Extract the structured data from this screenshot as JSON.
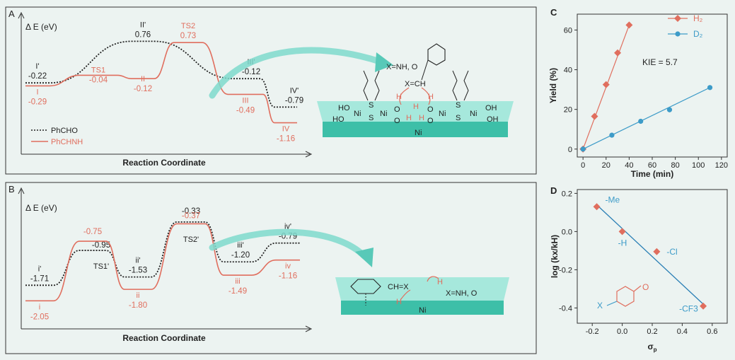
{
  "colors": {
    "background": "#ecf3f1",
    "black": "#222222",
    "red": "#e06e5e",
    "blue": "#3d9bc8",
    "teal": "#7fd9cc",
    "teal_dark": "#3dbfa8",
    "fit": "#2a7fb5"
  },
  "panels": {
    "A": "A",
    "B": "B",
    "C": "C",
    "D": "D"
  },
  "energy_panels": [
    {
      "id": "A",
      "ylabel": "Δ E (eV)",
      "xlabel": "Reaction Coordinate",
      "legend": [
        {
          "label": "PhCHO",
          "style": "dotted"
        },
        {
          "label": "PhCHNH",
          "style": "solid"
        }
      ],
      "ylim": [
        -1.6,
        1.1
      ],
      "aldehyde": {
        "name": "PhCHO",
        "levels": [
          {
            "label": "I'",
            "value": -0.22
          },
          {
            "label": "II'",
            "value": 0.76
          },
          {
            "label": "III'",
            "value": -0.12
          },
          {
            "label": "IV'",
            "value": -0.79
          }
        ]
      },
      "imine": {
        "name": "PhCHNH",
        "levels": [
          {
            "label": "I",
            "value": -0.29
          },
          {
            "label": "TS1",
            "value": -0.04
          },
          {
            "label": "II",
            "value": -0.12
          },
          {
            "label": "TS2",
            "value": 0.73
          },
          {
            "label": "III",
            "value": -0.49
          },
          {
            "label": "IV",
            "value": -1.16
          }
        ]
      },
      "scheme": {
        "group": "X=NH, O",
        "alkene": "X=CH",
        "H": "H",
        "HO": "HO",
        "OH": "OH",
        "Ni": "Ni",
        "S": "S",
        "O": "O"
      }
    },
    {
      "id": "B",
      "ylabel": "Δ E (eV)",
      "xlabel": "Reaction Coordinate",
      "ylim": [
        -2.4,
        0.1
      ],
      "aldehyde": {
        "name": "PhCHO",
        "levels": [
          {
            "label": "i'",
            "value": -1.71
          },
          {
            "label": "TS1'",
            "value": -0.95
          },
          {
            "label": "ii'",
            "value": -1.53
          },
          {
            "label": "TS2'",
            "value": -0.33
          },
          {
            "label": "iii'",
            "value": -1.2
          },
          {
            "label": "iv'",
            "value": -0.79
          }
        ]
      },
      "imine": {
        "name": "PhCHNH",
        "levels": [
          {
            "label": "i",
            "value": -2.05
          },
          {
            "label": "",
            "value": -0.75
          },
          {
            "label": "ii",
            "value": -1.8
          },
          {
            "label": "",
            "value": -0.37
          },
          {
            "label": "iii",
            "value": -1.49
          },
          {
            "label": "iv",
            "value": -1.16
          }
        ]
      },
      "scheme": {
        "group": "X=NH, O",
        "alkene": "CH=X",
        "H": "H",
        "Ni": "Ni"
      }
    }
  ],
  "chart_data": [
    {
      "type": "scatter",
      "panel": "C",
      "xlabel": "Time (min)",
      "ylabel": "Yield (%)",
      "xlim": [
        -5,
        125
      ],
      "ylim": [
        -4,
        68
      ],
      "xticks": [
        0,
        20,
        40,
        60,
        80,
        100,
        120
      ],
      "yticks": [
        0,
        20,
        40,
        60
      ],
      "annotation": "KIE = 5.7",
      "series": [
        {
          "name": "H₂",
          "marker": "diamond",
          "color": "#e06e5e",
          "x": [
            0,
            10,
            20,
            30,
            40
          ],
          "y": [
            0,
            16.5,
            32.5,
            48.5,
            62.5
          ]
        },
        {
          "name": "D₂",
          "marker": "circle",
          "color": "#3d9bc8",
          "x": [
            0,
            25,
            50,
            75,
            110
          ],
          "y": [
            0,
            7,
            14,
            19.8,
            31
          ]
        }
      ]
    },
    {
      "type": "scatter",
      "panel": "D",
      "xlabel": "σp",
      "ylabel": "log (kx/kH)",
      "xlim": [
        -0.3,
        0.7
      ],
      "ylim": [
        -0.48,
        0.22
      ],
      "xticks": [
        -0.2,
        0.0,
        0.2,
        0.4,
        0.6
      ],
      "yticks": [
        0.2,
        0.0,
        -0.2,
        -0.4
      ],
      "points": [
        {
          "label": "-Me",
          "x": -0.17,
          "y": 0.13
        },
        {
          "label": "-H",
          "x": 0.0,
          "y": 0.0
        },
        {
          "label": "-Cl",
          "x": 0.23,
          "y": -0.105
        },
        {
          "label": "-CF3",
          "x": 0.54,
          "y": -0.39
        }
      ],
      "fit": {
        "x": [
          -0.17,
          0.54
        ],
        "y": [
          0.14,
          -0.38
        ]
      },
      "inset": {
        "substituent": "X",
        "carbonyl": "O"
      }
    }
  ],
  "tick_text": {
    "c_x": [
      "0",
      "20",
      "40",
      "60",
      "80",
      "100",
      "120"
    ],
    "c_y": [
      "0",
      "20",
      "40",
      "60"
    ],
    "d_x": [
      "-0.2",
      "0.0",
      "0.2",
      "0.4",
      "0.6"
    ],
    "d_y": [
      "0.2",
      "0.0",
      "-0.2",
      "-0.4"
    ]
  }
}
